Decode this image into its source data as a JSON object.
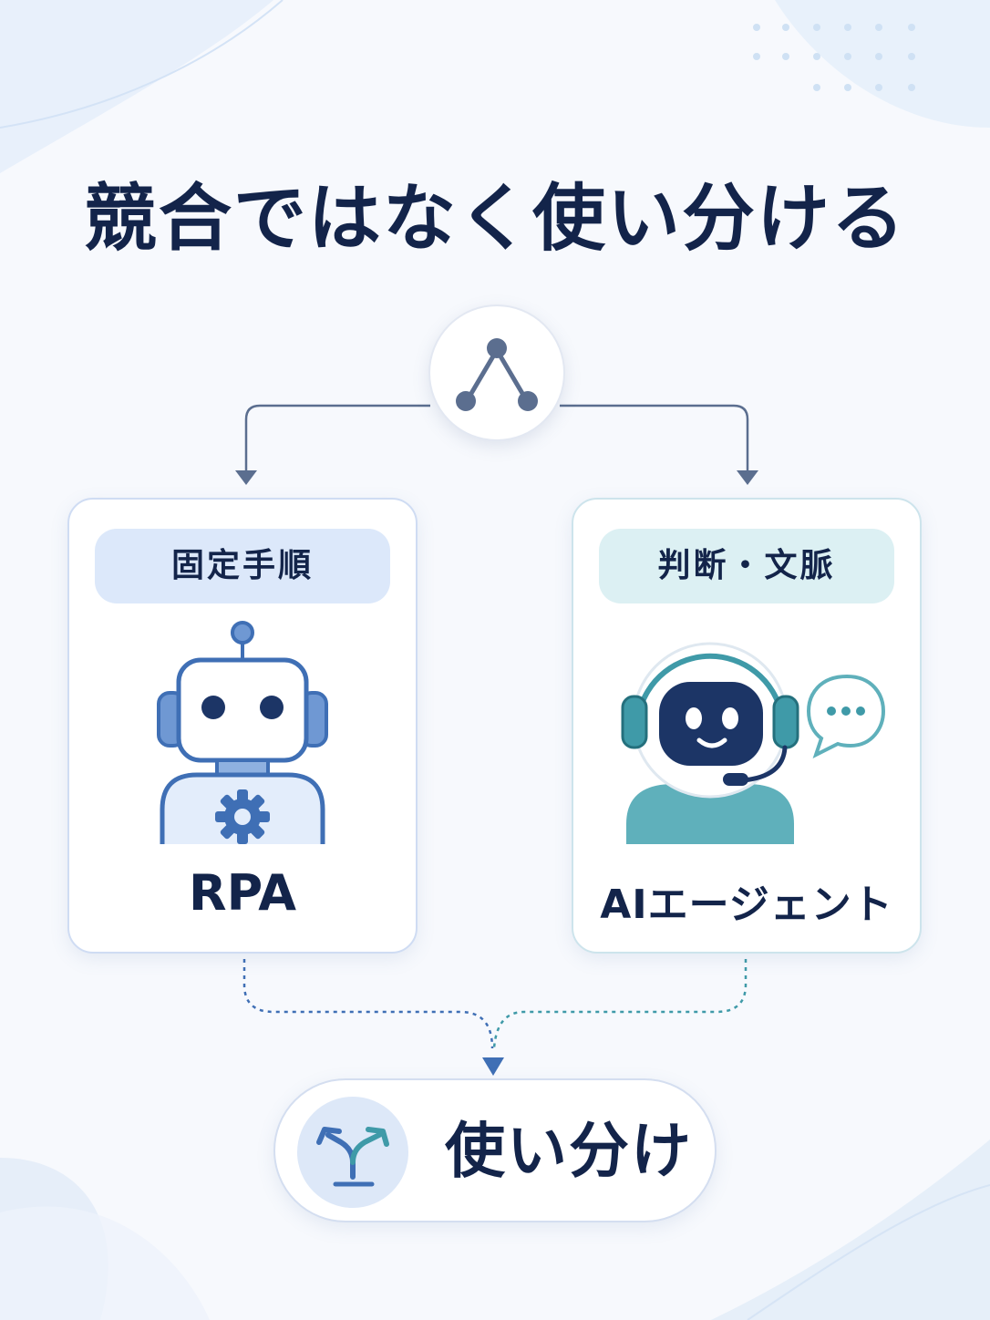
{
  "title": "競合ではなく使い分ける",
  "hub": {
    "icon": "branch-split-icon"
  },
  "cards": [
    {
      "tag": "固定手順",
      "label": "RPA",
      "icon": "rpa-robot-icon",
      "accent": "#3f6fb5"
    },
    {
      "tag": "判断・文脈",
      "label": "AIエージェント",
      "icon": "ai-agent-headset-icon",
      "accent": "#3f9aa8"
    }
  ],
  "result": {
    "label": "使い分け",
    "icon": "fork-arrows-icon"
  },
  "colors": {
    "navy": "#13244a",
    "blue": "#3f6fb5",
    "teal": "#3f9aa8",
    "connector": "#5b6e8f"
  }
}
